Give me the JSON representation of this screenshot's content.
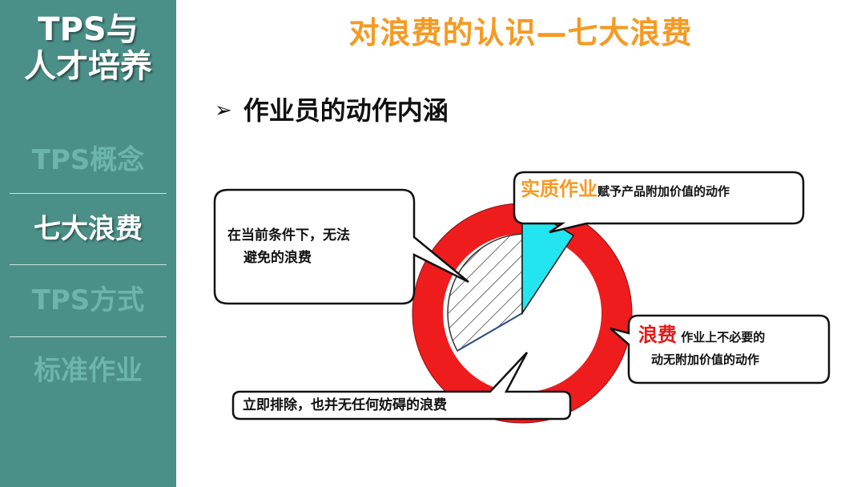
{
  "sidebar": {
    "title_line1": "TPS与",
    "title_line2": "人才培养",
    "items": [
      {
        "label": "TPS概念",
        "active": false
      },
      {
        "label": "七大浪费",
        "active": true
      },
      {
        "label": "TPS方式",
        "active": false
      },
      {
        "label": "标准作业",
        "active": false
      }
    ]
  },
  "title": "对浪费的认识—七大浪费",
  "bullet": "作业员的动作内涵",
  "callouts": {
    "left": {
      "text_line1": "在当前条件下，无法",
      "text_line2": "避免的浪费"
    },
    "top_right": {
      "label": "实质作业",
      "text": "赋予产品附加价值的动作"
    },
    "right": {
      "label": "浪费",
      "text_line1": "作业上不必要的",
      "text_line2": "动无附加价值的动作"
    },
    "bottom": {
      "text": "立即排除，也并无任何妨碍的浪费"
    }
  },
  "colors": {
    "sidebar": "#4a8f88",
    "title": "#f59a23",
    "ring": "#ee1c1c",
    "value_slice": "#22e5ef",
    "red_label": "#e11b1b"
  }
}
